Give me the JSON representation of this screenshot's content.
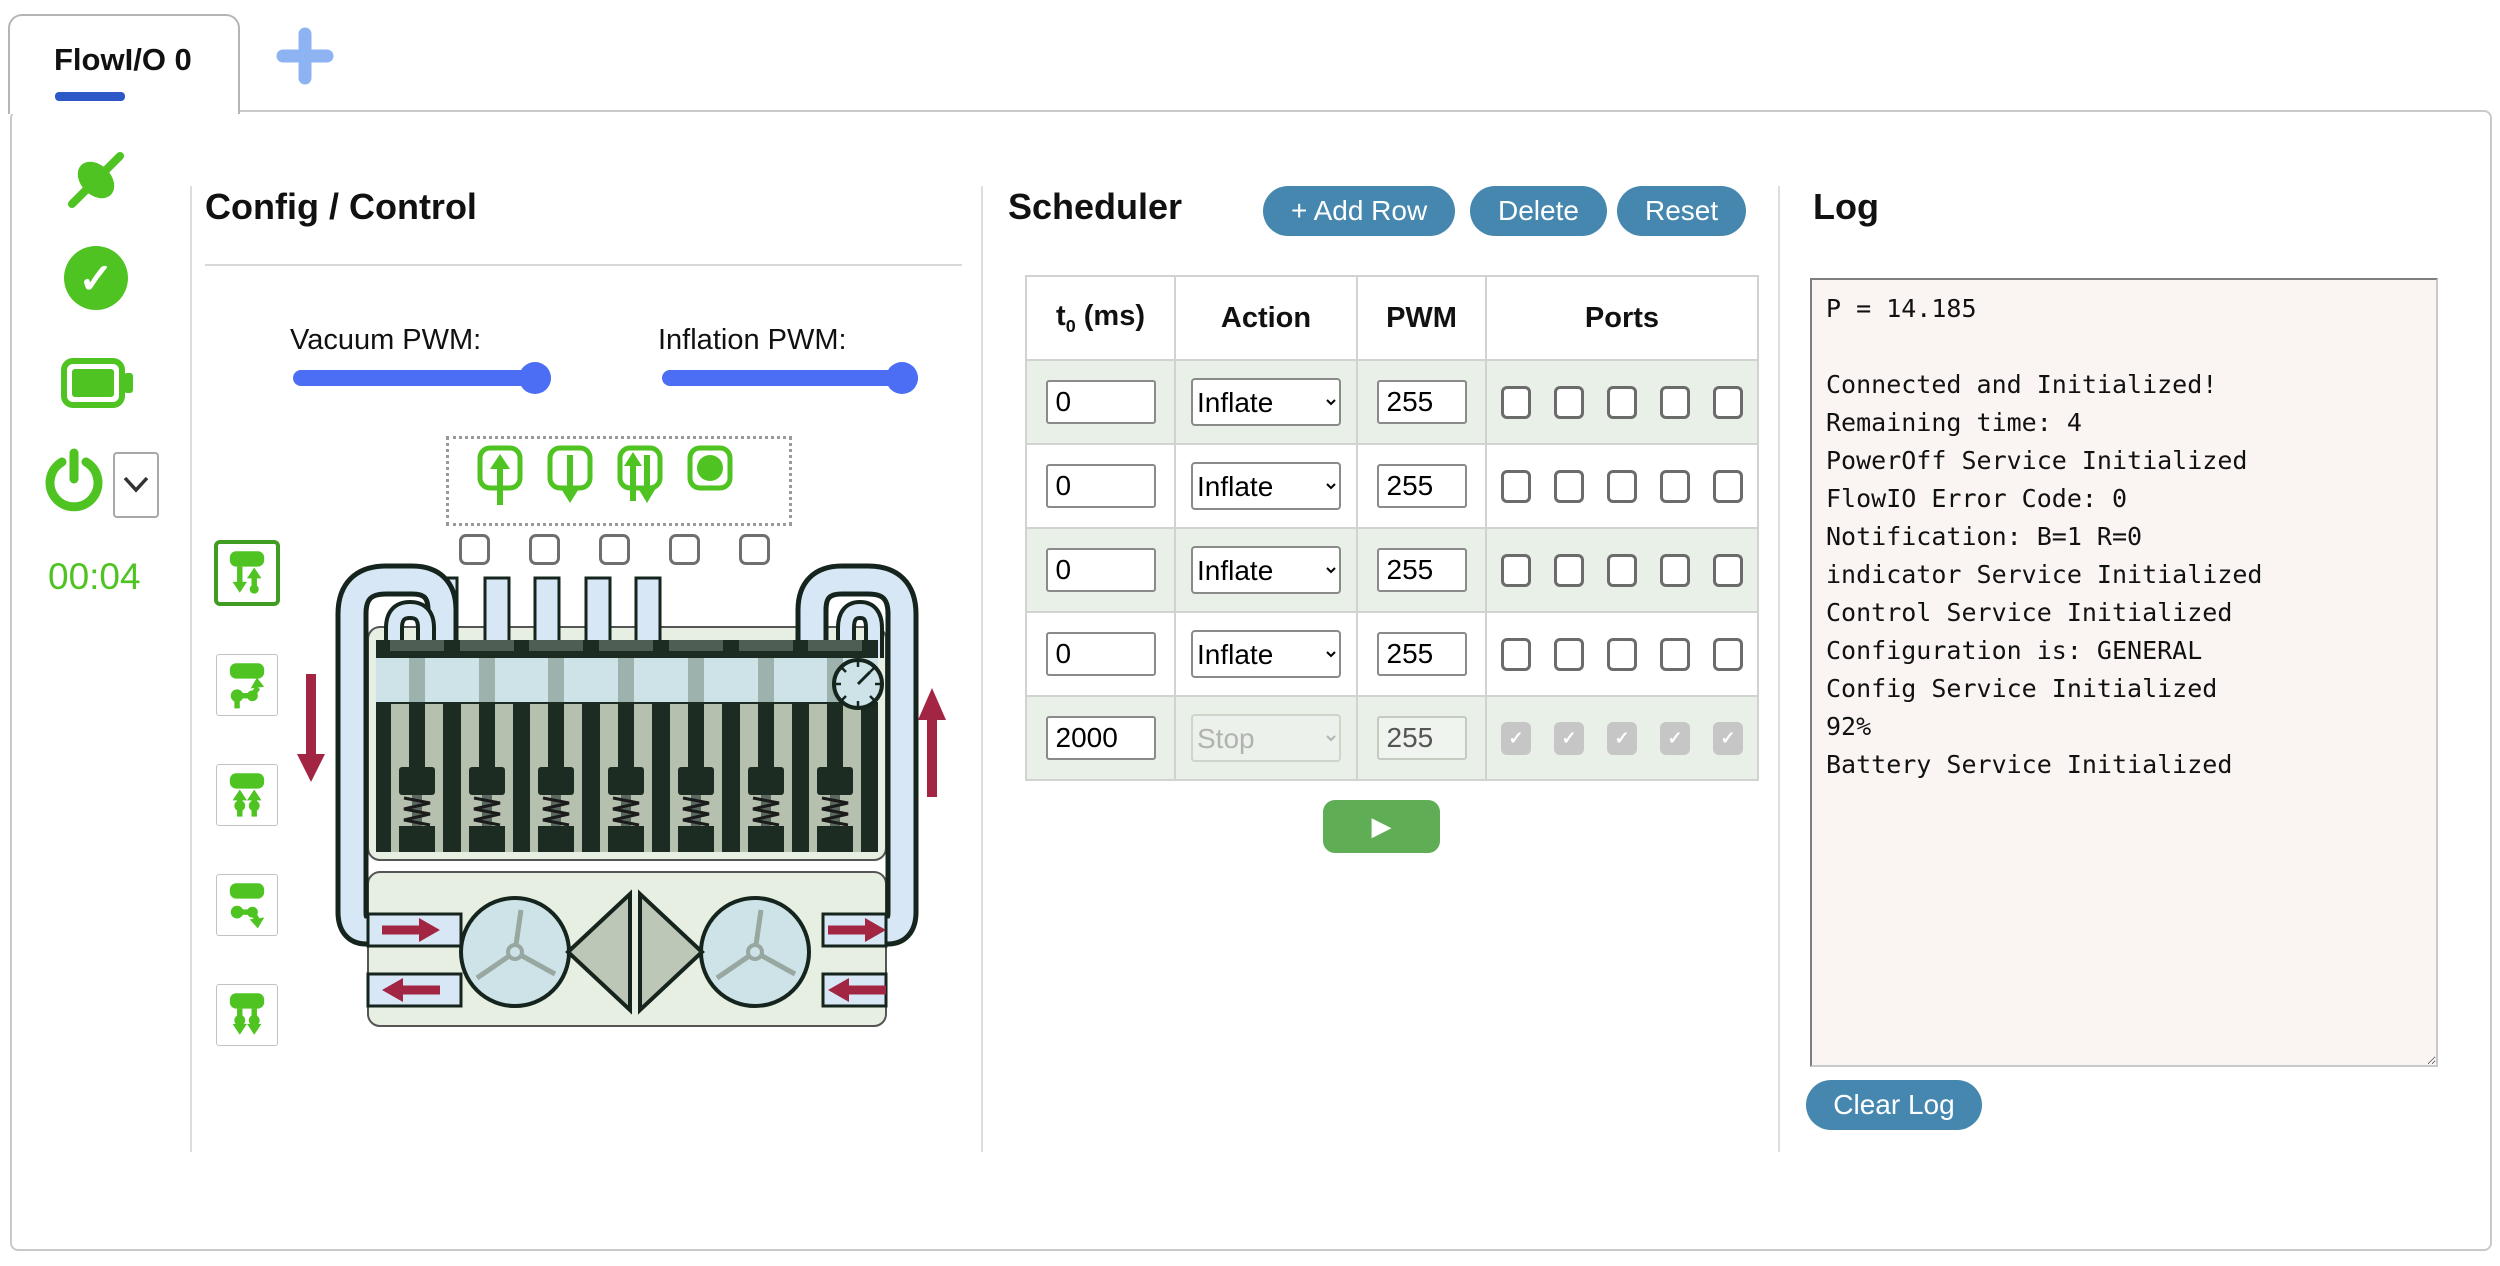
{
  "tab_bar": {
    "active_tab": "FlowI/O 0",
    "add_tab_icon": "plus-icon"
  },
  "sidebar": {
    "status_icons": [
      "connected-plug-icon",
      "status-ok-check-icon",
      "battery-icon"
    ],
    "power_icon": "power-icon",
    "dropdown_icon": "chevron-down-icon",
    "timer": "00:04"
  },
  "config": {
    "title": "Config / Control",
    "vacuum_label": "Vacuum PWM:",
    "inflation_label": "Inflation PWM:",
    "vacuum_pwm": "255",
    "inflation_pwm": "255",
    "pwm_max": "255",
    "action_icons": [
      "inflate-icon",
      "vacuum-icon",
      "release-icon",
      "stop-icon"
    ],
    "mode_icons": [
      "manifold-inflate-vacuum-icon",
      "manifold-inflate-one-icon",
      "manifold-inflate-all-icon",
      "manifold-vacuum-one-icon",
      "manifold-vacuum-all-icon"
    ],
    "port_count": 5
  },
  "scheduler": {
    "title": "Scheduler",
    "add_row_label": "+ Add Row",
    "delete_label": "Delete",
    "reset_label": "Reset",
    "header_t": {
      "base": "t",
      "sub": "0",
      "rest": " (ms)"
    },
    "headers": [
      "t0 (ms)",
      "Action",
      "PWM",
      "Ports"
    ],
    "rows": [
      {
        "t0": "0",
        "action": "Inflate",
        "pwm": "255",
        "ports": [
          false,
          false,
          false,
          false,
          false
        ],
        "disabled": false
      },
      {
        "t0": "0",
        "action": "Inflate",
        "pwm": "255",
        "ports": [
          false,
          false,
          false,
          false,
          false
        ],
        "disabled": false
      },
      {
        "t0": "0",
        "action": "Inflate",
        "pwm": "255",
        "ports": [
          false,
          false,
          false,
          false,
          false
        ],
        "disabled": false
      },
      {
        "t0": "0",
        "action": "Inflate",
        "pwm": "255",
        "ports": [
          false,
          false,
          false,
          false,
          false
        ],
        "disabled": false
      },
      {
        "t0": "2000",
        "action": "Stop",
        "pwm": "255",
        "ports": [
          true,
          true,
          true,
          true,
          true
        ],
        "disabled": true
      }
    ],
    "play_label": "▶"
  },
  "log": {
    "title": "Log",
    "content": "P = 14.185\n\nConnected and Initialized!\nRemaining time: 4\nPowerOff Service Initialized\nFlowIO Error Code: 0\nNotification: B=1 R=0\nindicator Service Initialized\nControl Service Initialized\nConfiguration is: GENERAL\nConfig Service Initialized\n92%\nBattery Service Initialized",
    "clear_label": "Clear Log"
  },
  "colors": {
    "accent_green": "#4fc321",
    "steel_blue": "#4587ae",
    "slider_blue": "#4c6ef5",
    "tab_underline": "#2d58c8",
    "play_green": "#5fae56",
    "arrow_red": "#a22643",
    "row_green": "#e9f0e7"
  }
}
